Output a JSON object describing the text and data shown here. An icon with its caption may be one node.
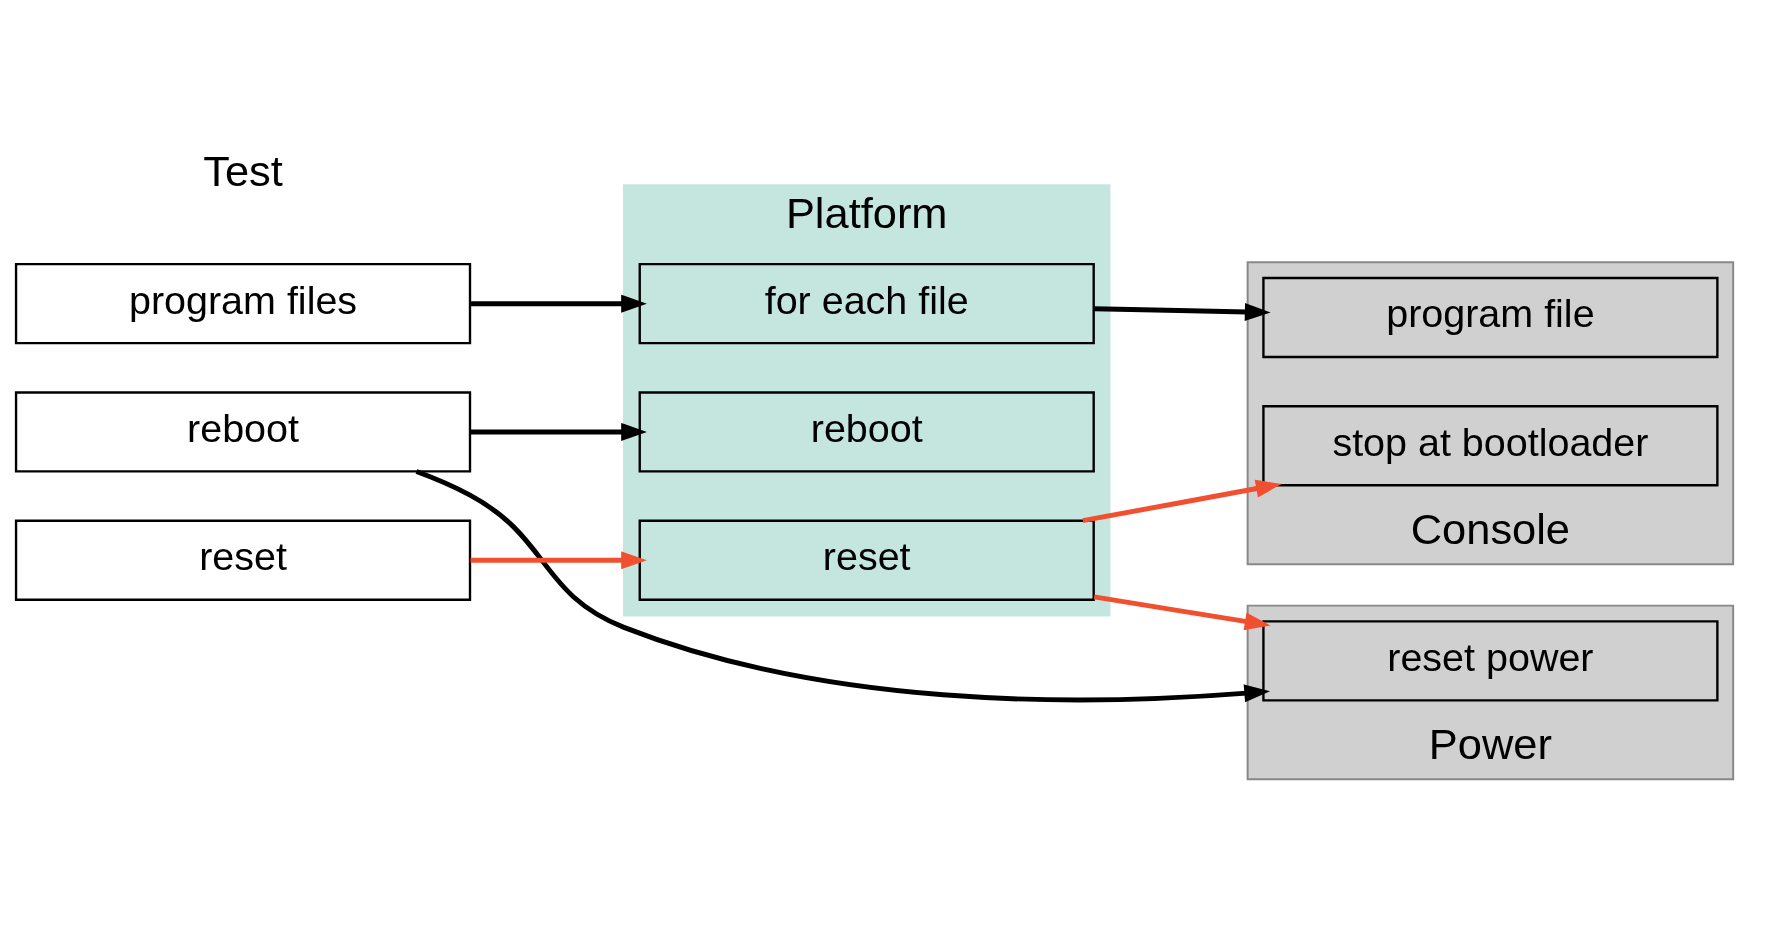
{
  "diagram": {
    "nodes": [
      {
        "text": [
          "program files"
        ]
      },
      {
        "text": [
          "reboot"
        ]
      },
      {
        "text": [
          "reset"
        ]
      },
      {
        "text": [
          "Platform"
        ]
      },
      {
        "text": [
          "for each file"
        ],
        "in": 3
      },
      {
        "text": [
          "reboot"
        ],
        "in": 3
      },
      {
        "text": [
          "reset"
        ],
        "in": 3
      },
      {
        "text": [
          "Power"
        ]
      },
      {
        "text": [
          "reset power"
        ],
        "in": 7
      },
      {
        "text": [
          "Console"
        ]
      },
      {
        "text": [
          "stop at bootloader"
        ],
        "in": 9
      },
      {
        "text": [
          "program file"
        ],
        "in": 9
      }
    ],
    "edges": [
      {
        "from": 0,
        "to": 4,
        "arrow": "to"
      },
      {
        "from": 1,
        "to": 5,
        "arrow": "to"
      },
      {
        "from": 1,
        "to": 8,
        "arrow": "to"
      },
      {
        "from": 2,
        "to": 6,
        "arrow": "to",
        "color": "#f05030"
      },
      {
        "from": 4,
        "to": 11,
        "arrow": "to"
      },
      {
        "from": 6,
        "to": 8,
        "arrow": "to",
        "color": "#f05030"
      },
      {
        "from": 6,
        "to": 10,
        "arrow": "to",
        "color": "#f05030"
      }
    ],
    "labels": [
      "Test"
    ]
  }
}
